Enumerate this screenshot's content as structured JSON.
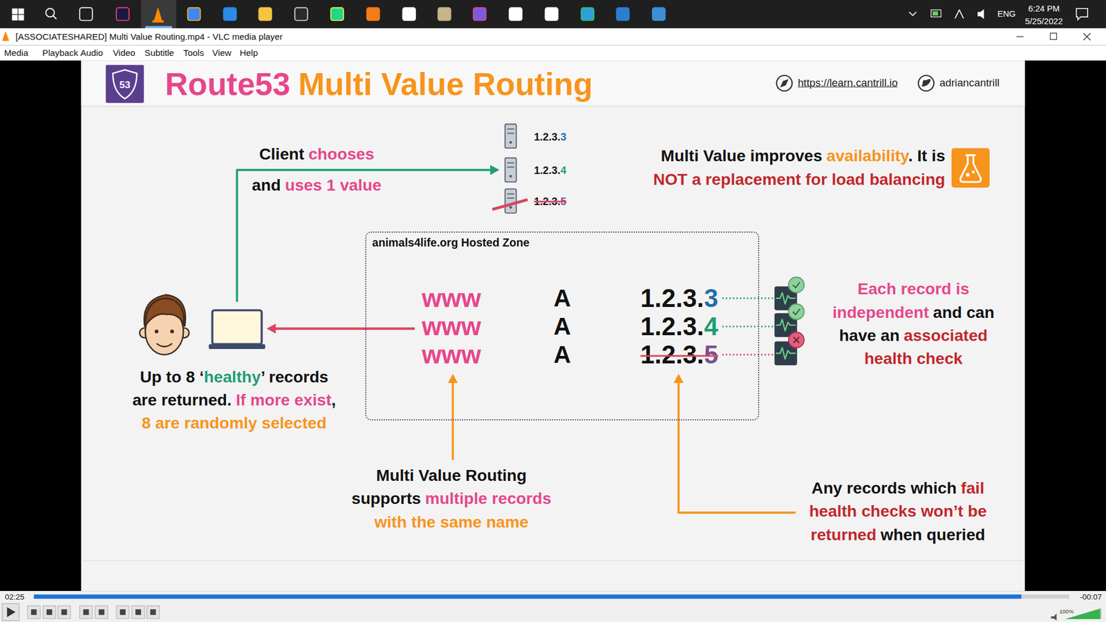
{
  "diagram": {
    "title": "Route53",
    "nodes": [
      {
        "text": [
          "animals4life.org Hosted Zone"
        ]
      }
    ],
    "labels": [
      "[ASSOCIATESHARED] Multi Value Routing.mp4 - VLC media player",
      "Media",
      "Playback",
      "Audio",
      "Video",
      "Subtitle",
      "Tools",
      "View",
      "Help",
      "6:24 PM",
      "5/25/2022",
      "ENG",
      "02:25",
      "-00:07",
      "100%",
      "53",
      "Multi Value Routing",
      "https://learn.cantrill.io",
      "adriancantrill",
      "Client",
      "chooses",
      "and",
      "uses 1 value",
      "1.2.3.",
      "3",
      "1.2.3.",
      "4",
      "1.2.3.",
      "5",
      "Multi Value improves",
      "availability",
      ". It is",
      "NOT a replacement for load balancing",
      "www",
      "A",
      "1.2.3.",
      "3",
      "www",
      "A",
      "1.2.3.",
      "4",
      "www",
      "A",
      "1.2.3.",
      "5",
      "Each record is independent",
      "and can have an",
      "associated health check",
      "Up to 8 ‘",
      "healthy",
      "’ records",
      "are returned.",
      "If more exist",
      ",",
      "8 are randomly selected",
      "Multi Value Routing",
      "supports",
      "multiple records",
      "with the same name",
      "Any records which",
      "fail",
      "health checks won’t be",
      "returned",
      "when queried"
    ]
  }
}
